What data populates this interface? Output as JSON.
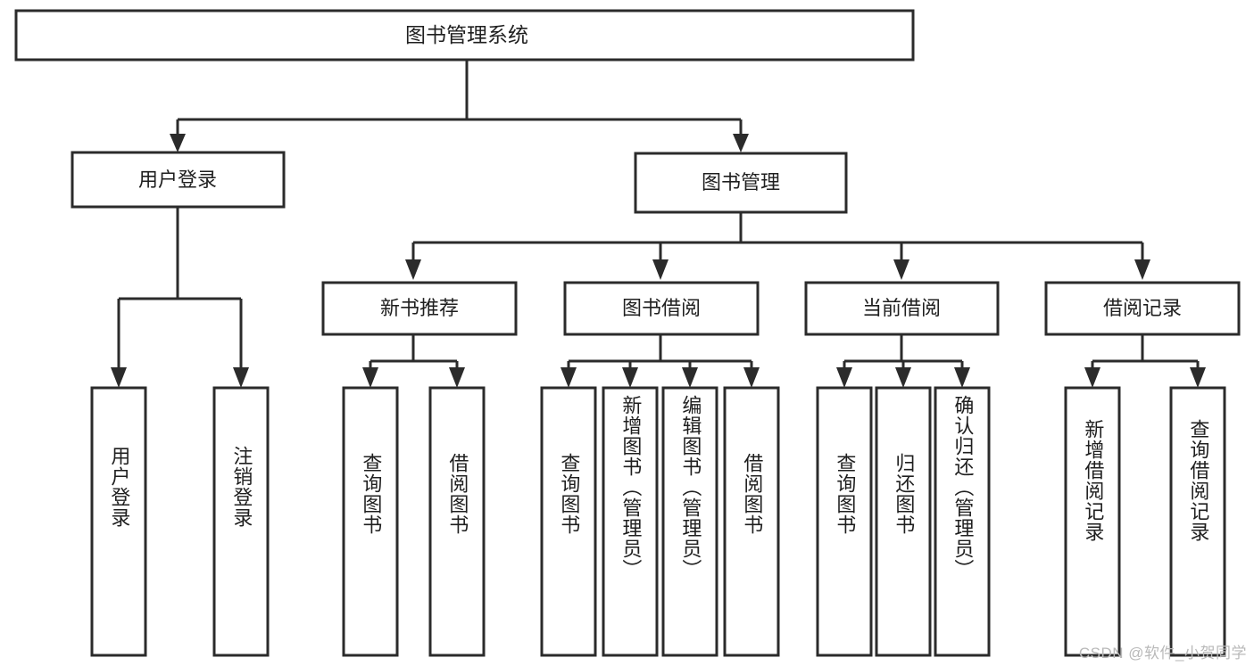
{
  "diagram": {
    "type": "tree",
    "title": "图书管理系统",
    "orientation": "top-down",
    "levels": 4,
    "root": {
      "id": "root",
      "label": "图书管理系统"
    },
    "level2": [
      {
        "id": "user-login",
        "label": "用户登录"
      },
      {
        "id": "book-manage",
        "label": "图书管理"
      }
    ],
    "level3": [
      {
        "id": "new-book-rec",
        "label": "新书推荐",
        "parent": "book-manage"
      },
      {
        "id": "book-borrow",
        "label": "图书借阅",
        "parent": "book-manage"
      },
      {
        "id": "current-borrow",
        "label": "当前借阅",
        "parent": "book-manage"
      },
      {
        "id": "borrow-record",
        "label": "借阅记录",
        "parent": "book-manage"
      }
    ],
    "leaves": [
      {
        "id": "leaf-user-login",
        "label": "用户登录",
        "parent": "user-login"
      },
      {
        "id": "leaf-logout",
        "label": "注销登录",
        "parent": "user-login"
      },
      {
        "id": "leaf-query-book-1",
        "label": "查询图书",
        "parent": "new-book-rec"
      },
      {
        "id": "leaf-borrow-book-1",
        "label": "借阅图书",
        "parent": "new-book-rec"
      },
      {
        "id": "leaf-query-book-2",
        "label": "查询图书",
        "parent": "book-borrow"
      },
      {
        "id": "leaf-add-book",
        "label": "新增图书（管理员）",
        "parent": "book-borrow"
      },
      {
        "id": "leaf-edit-book",
        "label": "编辑图书（管理员）",
        "parent": "book-borrow"
      },
      {
        "id": "leaf-borrow-book-2",
        "label": "借阅图书",
        "parent": "book-borrow"
      },
      {
        "id": "leaf-query-book-3",
        "label": "查询图书",
        "parent": "current-borrow"
      },
      {
        "id": "leaf-return-book",
        "label": "归还图书",
        "parent": "current-borrow"
      },
      {
        "id": "leaf-confirm-return",
        "label": "确认归还（管理员）",
        "parent": "current-borrow"
      },
      {
        "id": "leaf-add-record",
        "label": "新增借阅记录",
        "parent": "borrow-record"
      },
      {
        "id": "leaf-query-record",
        "label": "查询借阅记录",
        "parent": "borrow-record"
      }
    ],
    "colors": {
      "box_stroke": "#2b2b2b",
      "box_fill": "#ffffff",
      "connector": "#2b2b2b",
      "text": "#1f1f1f",
      "background": "#ffffff",
      "watermark": "#b9b9b9"
    }
  },
  "watermark": {
    "text": "CSDN @软件_小贺同学"
  }
}
